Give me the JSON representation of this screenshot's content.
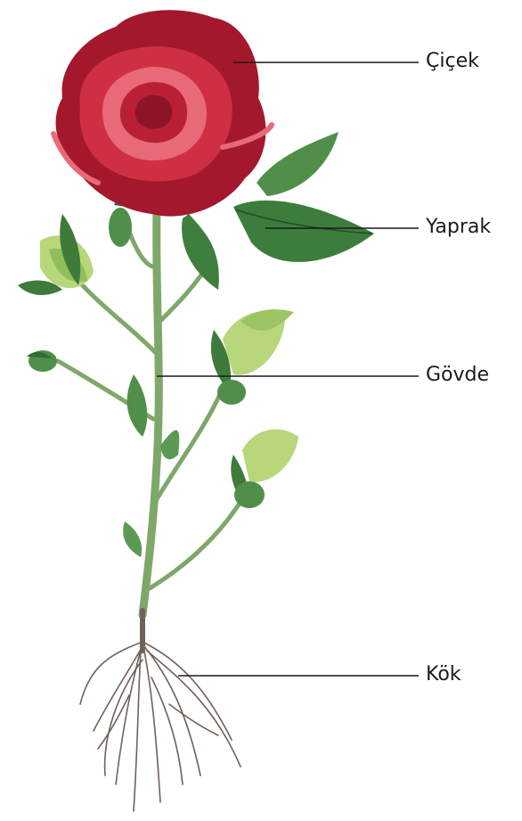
{
  "diagram": {
    "labels": {
      "flower": "Çiçek",
      "leaf": "Yaprak",
      "stem": "Gövde",
      "root": "Kök"
    },
    "colors": {
      "petal_dark": "#a3182c",
      "petal_mid": "#cf2f45",
      "petal_light": "#e86a78",
      "leaf_dark": "#2f6b35",
      "leaf_mid": "#4f8f4a",
      "leaf_light": "#b8d67a",
      "stem": "#7ea86a",
      "root": "#6e625a",
      "leader_line": "#1a1a1a"
    }
  }
}
